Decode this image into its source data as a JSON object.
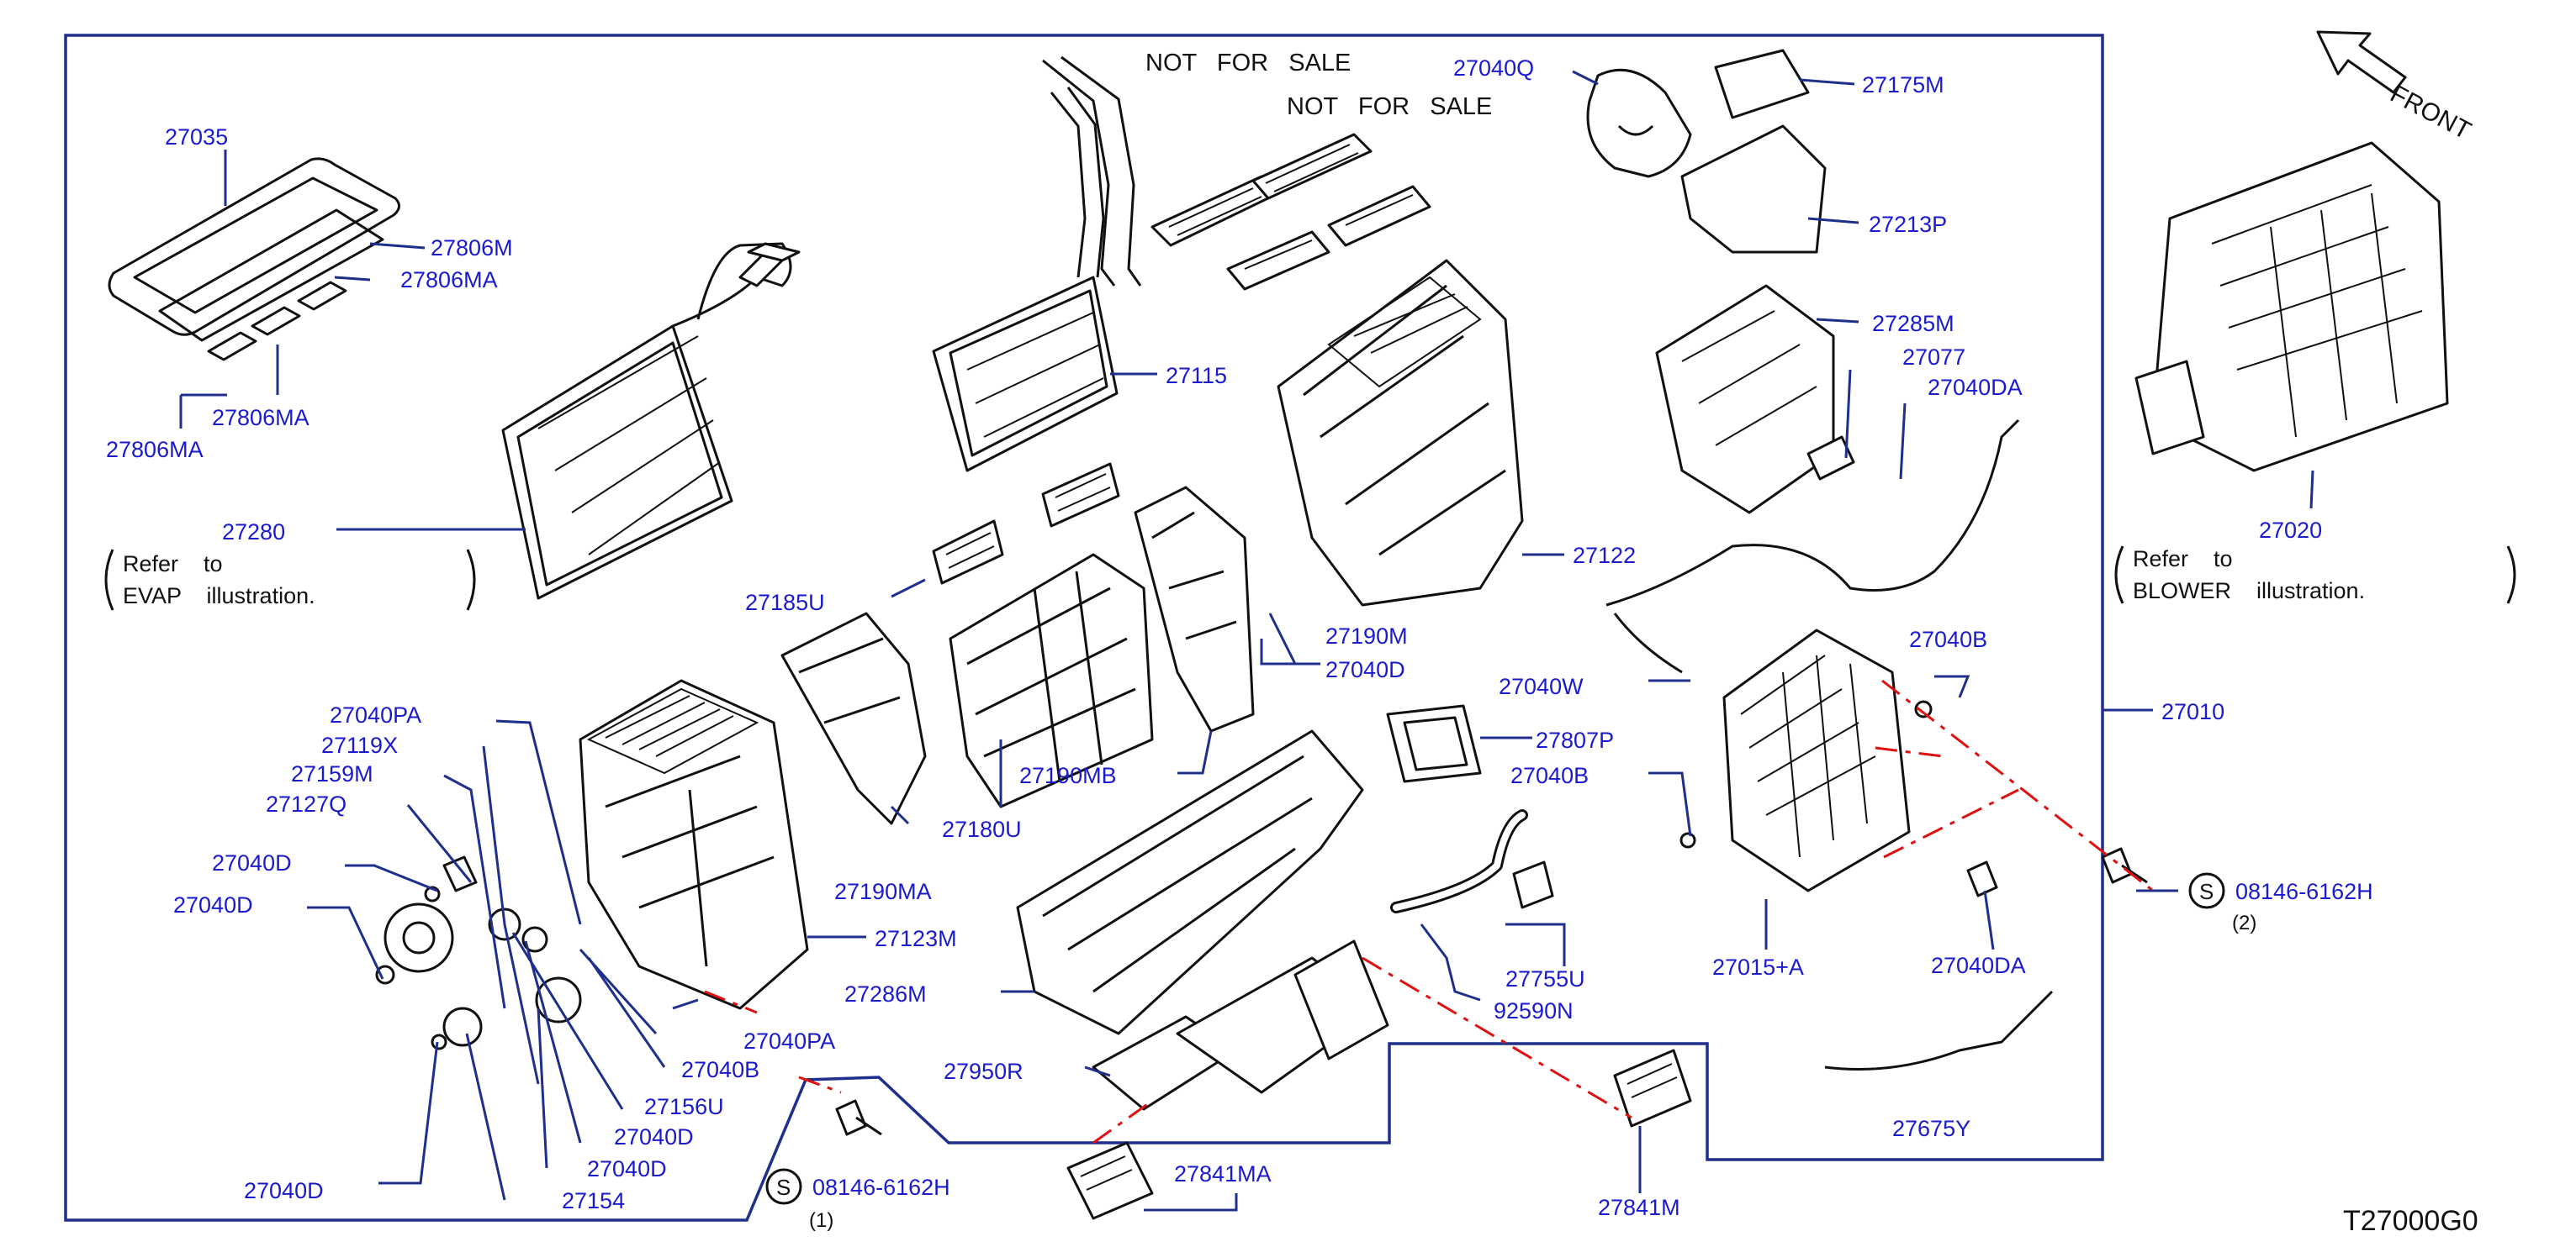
{
  "colors": {
    "label": "#1a1ad0",
    "leader": "#1e2f8c",
    "line": "#111111",
    "reference": "#e01010",
    "background": "#ffffff"
  },
  "header": {
    "front": "FRONT",
    "nfs1": "NOT   FOR   SALE",
    "nfs2": "NOT   FOR   SALE"
  },
  "refs": {
    "evap": {
      "refer": "Refer    to",
      "name": "EVAP    illustration."
    },
    "blower": {
      "refer": "Refer    to",
      "name": "BLOWER    illustration."
    }
  },
  "screws": {
    "left": {
      "symbol": "S",
      "part": "08146-6162H",
      "qty": "(1)"
    },
    "right": {
      "symbol": "S",
      "part": "08146-6162H",
      "qty": "(2)"
    }
  },
  "diagram_code": "T27000G0",
  "parts": [
    "27035",
    "27806M",
    "27806MA",
    "27806MA",
    "27806MA",
    "27280",
    "27185U",
    "27115",
    "27040Q",
    "27175M",
    "27213P",
    "27285M",
    "27077",
    "27040DA",
    "27020",
    "27122",
    "27190M",
    "27040D",
    "27040W",
    "27807P",
    "27040B",
    "27040B",
    "27010",
    "27190MB",
    "27180U",
    "27190MA",
    "27040PA",
    "27119X",
    "27159M",
    "27127Q",
    "27040D",
    "27040D",
    "27123M",
    "27286M",
    "27040PA",
    "27040B",
    "27156U",
    "27040D",
    "27040D",
    "27040D",
    "27154",
    "27950R",
    "27841MA",
    "27755U",
    "92590N",
    "27841M",
    "27015+A",
    "27040DA",
    "27675Y"
  ]
}
